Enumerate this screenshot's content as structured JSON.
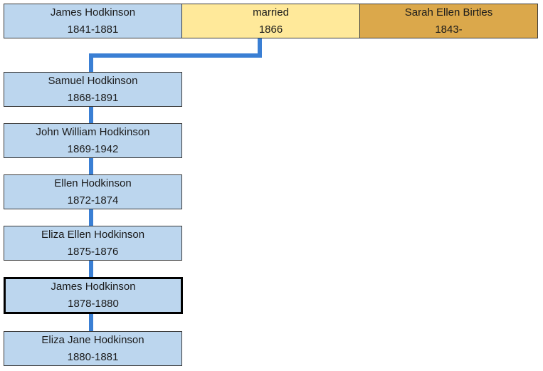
{
  "couple": {
    "husband": {
      "name": "James Hodkinson",
      "years": "1841-1881"
    },
    "marriage": {
      "label": "married",
      "year": "1866"
    },
    "wife": {
      "name": "Sarah Ellen Birtles",
      "years": "1843-"
    }
  },
  "children": [
    {
      "name": "Samuel Hodkinson",
      "years": "1868-1891"
    },
    {
      "name": "John William Hodkinson",
      "years": "1869-1942"
    },
    {
      "name": "Ellen Hodkinson",
      "years": "1872-1874"
    },
    {
      "name": "Eliza Ellen Hodkinson",
      "years": "1875-1876"
    },
    {
      "name": "James Hodkinson",
      "years": "1878-1880"
    },
    {
      "name": "Eliza Jane Hodkinson",
      "years": "1880-1881"
    }
  ],
  "colors": {
    "person_fill": "#bcd6ee",
    "marriage_fill": "#ffe99a",
    "spouse_fill": "#dba84b",
    "connector": "#3a7fd4"
  }
}
